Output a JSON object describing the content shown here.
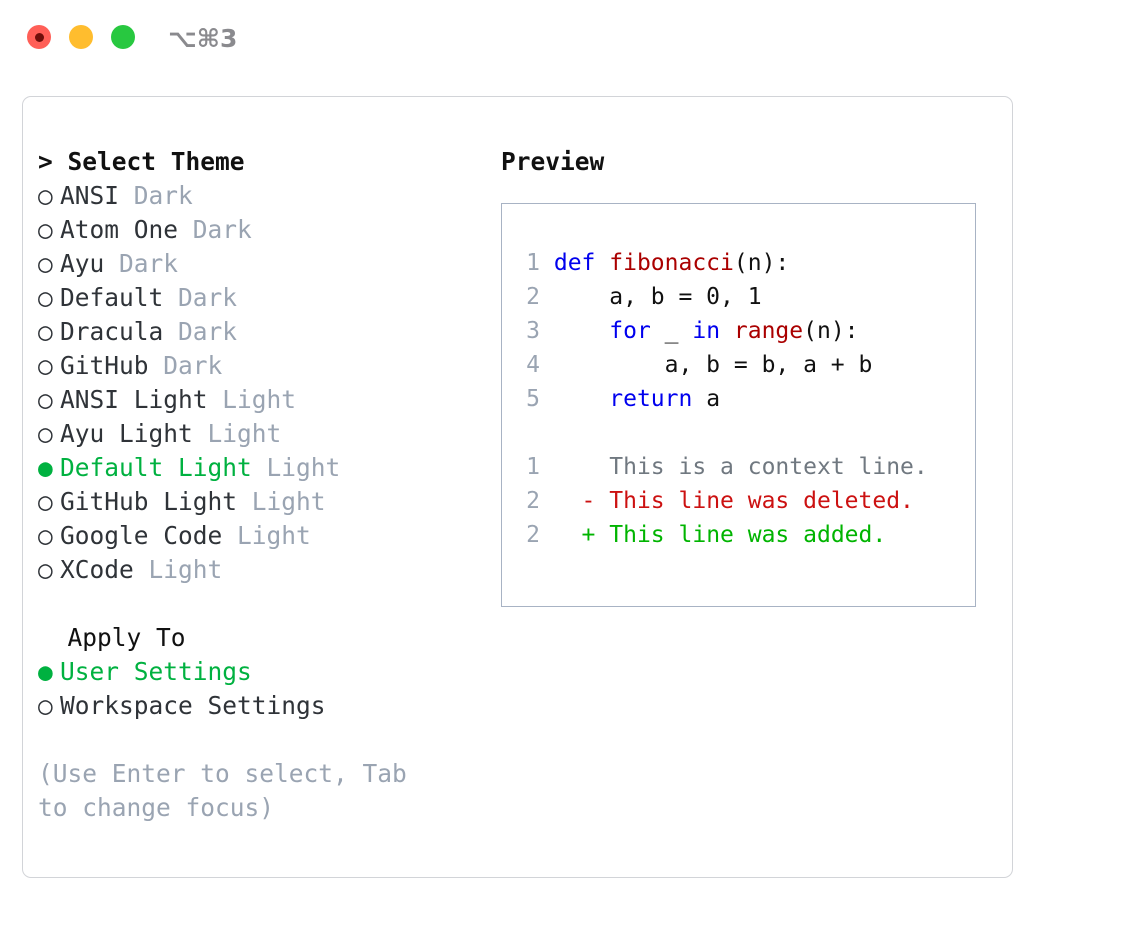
{
  "titlebar": {
    "shortcut": "⌥⌘3",
    "lights": [
      {
        "name": "close",
        "color": "#ff5f57"
      },
      {
        "name": "minimize",
        "color": "#ffbd2e"
      },
      {
        "name": "zoom",
        "color": "#28c840"
      }
    ]
  },
  "left": {
    "header": "> Select Theme",
    "themes": [
      {
        "bullet": "○",
        "name": "ANSI",
        "kind": "Dark",
        "selected": false
      },
      {
        "bullet": "○",
        "name": "Atom One",
        "kind": "Dark",
        "selected": false
      },
      {
        "bullet": "○",
        "name": "Ayu",
        "kind": "Dark",
        "selected": false
      },
      {
        "bullet": "○",
        "name": "Default",
        "kind": "Dark",
        "selected": false
      },
      {
        "bullet": "○",
        "name": "Dracula",
        "kind": "Dark",
        "selected": false
      },
      {
        "bullet": "○",
        "name": "GitHub",
        "kind": "Dark",
        "selected": false
      },
      {
        "bullet": "○",
        "name": "ANSI Light",
        "kind": "Light",
        "selected": false
      },
      {
        "bullet": "○",
        "name": "Ayu Light",
        "kind": "Light",
        "selected": false
      },
      {
        "bullet": "●",
        "name": "Default Light",
        "kind": "Light",
        "selected": true
      },
      {
        "bullet": "○",
        "name": "GitHub Light",
        "kind": "Light",
        "selected": false
      },
      {
        "bullet": "○",
        "name": "Google Code",
        "kind": "Light",
        "selected": false
      },
      {
        "bullet": "○",
        "name": "XCode",
        "kind": "Light",
        "selected": false
      }
    ],
    "apply_to_header": "  Apply To",
    "apply_to": [
      {
        "bullet": "●",
        "name": "User Settings",
        "selected": true
      },
      {
        "bullet": "○",
        "name": "Workspace Settings",
        "selected": false
      }
    ],
    "hint": "(Use Enter to select, Tab to change focus)"
  },
  "right": {
    "title": "Preview",
    "code_lines": [
      {
        "num": "1",
        "segments": [
          {
            "text": "def ",
            "style": "kw"
          },
          {
            "text": "fibonacci",
            "style": "fn"
          },
          {
            "text": "(n):",
            "style": "pl"
          }
        ]
      },
      {
        "num": "2",
        "segments": [
          {
            "text": "    a, b = 0, 1",
            "style": "pl"
          }
        ]
      },
      {
        "num": "3",
        "segments": [
          {
            "text": "    for ",
            "style": "kw"
          },
          {
            "text": "_ ",
            "style": "pl"
          },
          {
            "text": "in ",
            "style": "kw"
          },
          {
            "text": "range",
            "style": "fn"
          },
          {
            "text": "(n):",
            "style": "pl"
          }
        ]
      },
      {
        "num": "4",
        "segments": [
          {
            "text": "        a, b = b, a + b",
            "style": "pl"
          }
        ]
      },
      {
        "num": "5",
        "segments": [
          {
            "text": "    return ",
            "style": "kw"
          },
          {
            "text": "a",
            "style": "pl"
          }
        ]
      }
    ],
    "diff_lines": [
      {
        "num": "1",
        "marker": " ",
        "text": "This is a context line.",
        "kind": "context"
      },
      {
        "num": "2",
        "marker": "-",
        "text": "This line was deleted.",
        "kind": "deleted"
      },
      {
        "num": "2",
        "marker": "+",
        "text": "This line was added.",
        "kind": "added"
      }
    ]
  },
  "colors": {
    "accent_green": "#00b140",
    "keyword_blue": "#0000ee",
    "function_red": "#aa0000",
    "diff_deleted": "#cc1111",
    "diff_added": "#00b400",
    "muted": "#9aa4b2",
    "panel_border": "#d2d4d8",
    "preview_border": "#a8b3c4"
  }
}
